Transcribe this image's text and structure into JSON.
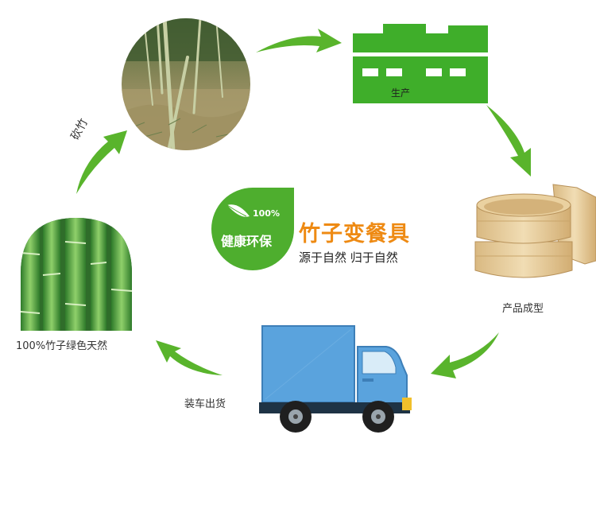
{
  "colors": {
    "arrow_green": "#59b42c",
    "badge_green": "#4eae2e",
    "factory_green": "#3fae2a",
    "title_orange": "#ee8a13",
    "truck_blue": "#5aa3dd",
    "bamboo_green": "#4c9f3c"
  },
  "stages": {
    "produce": "生产",
    "forming": "产品成型",
    "shipping": "装车出货",
    "raw": "100%竹子绿色天然",
    "chop": "砍竹"
  },
  "center": {
    "badge_percent": "100%",
    "badge_text": "健康环保",
    "title": "竹子变餐具",
    "subtitle": "源于自然 归于自然"
  },
  "icons": {
    "forest": "bamboo-forest-photo-icon",
    "factory": "factory-icon",
    "steamer": "bamboo-steamer-icon",
    "truck": "delivery-truck-icon",
    "bamboo": "bamboo-stalks-photo-icon",
    "leaf": "leaf-badge-icon"
  }
}
